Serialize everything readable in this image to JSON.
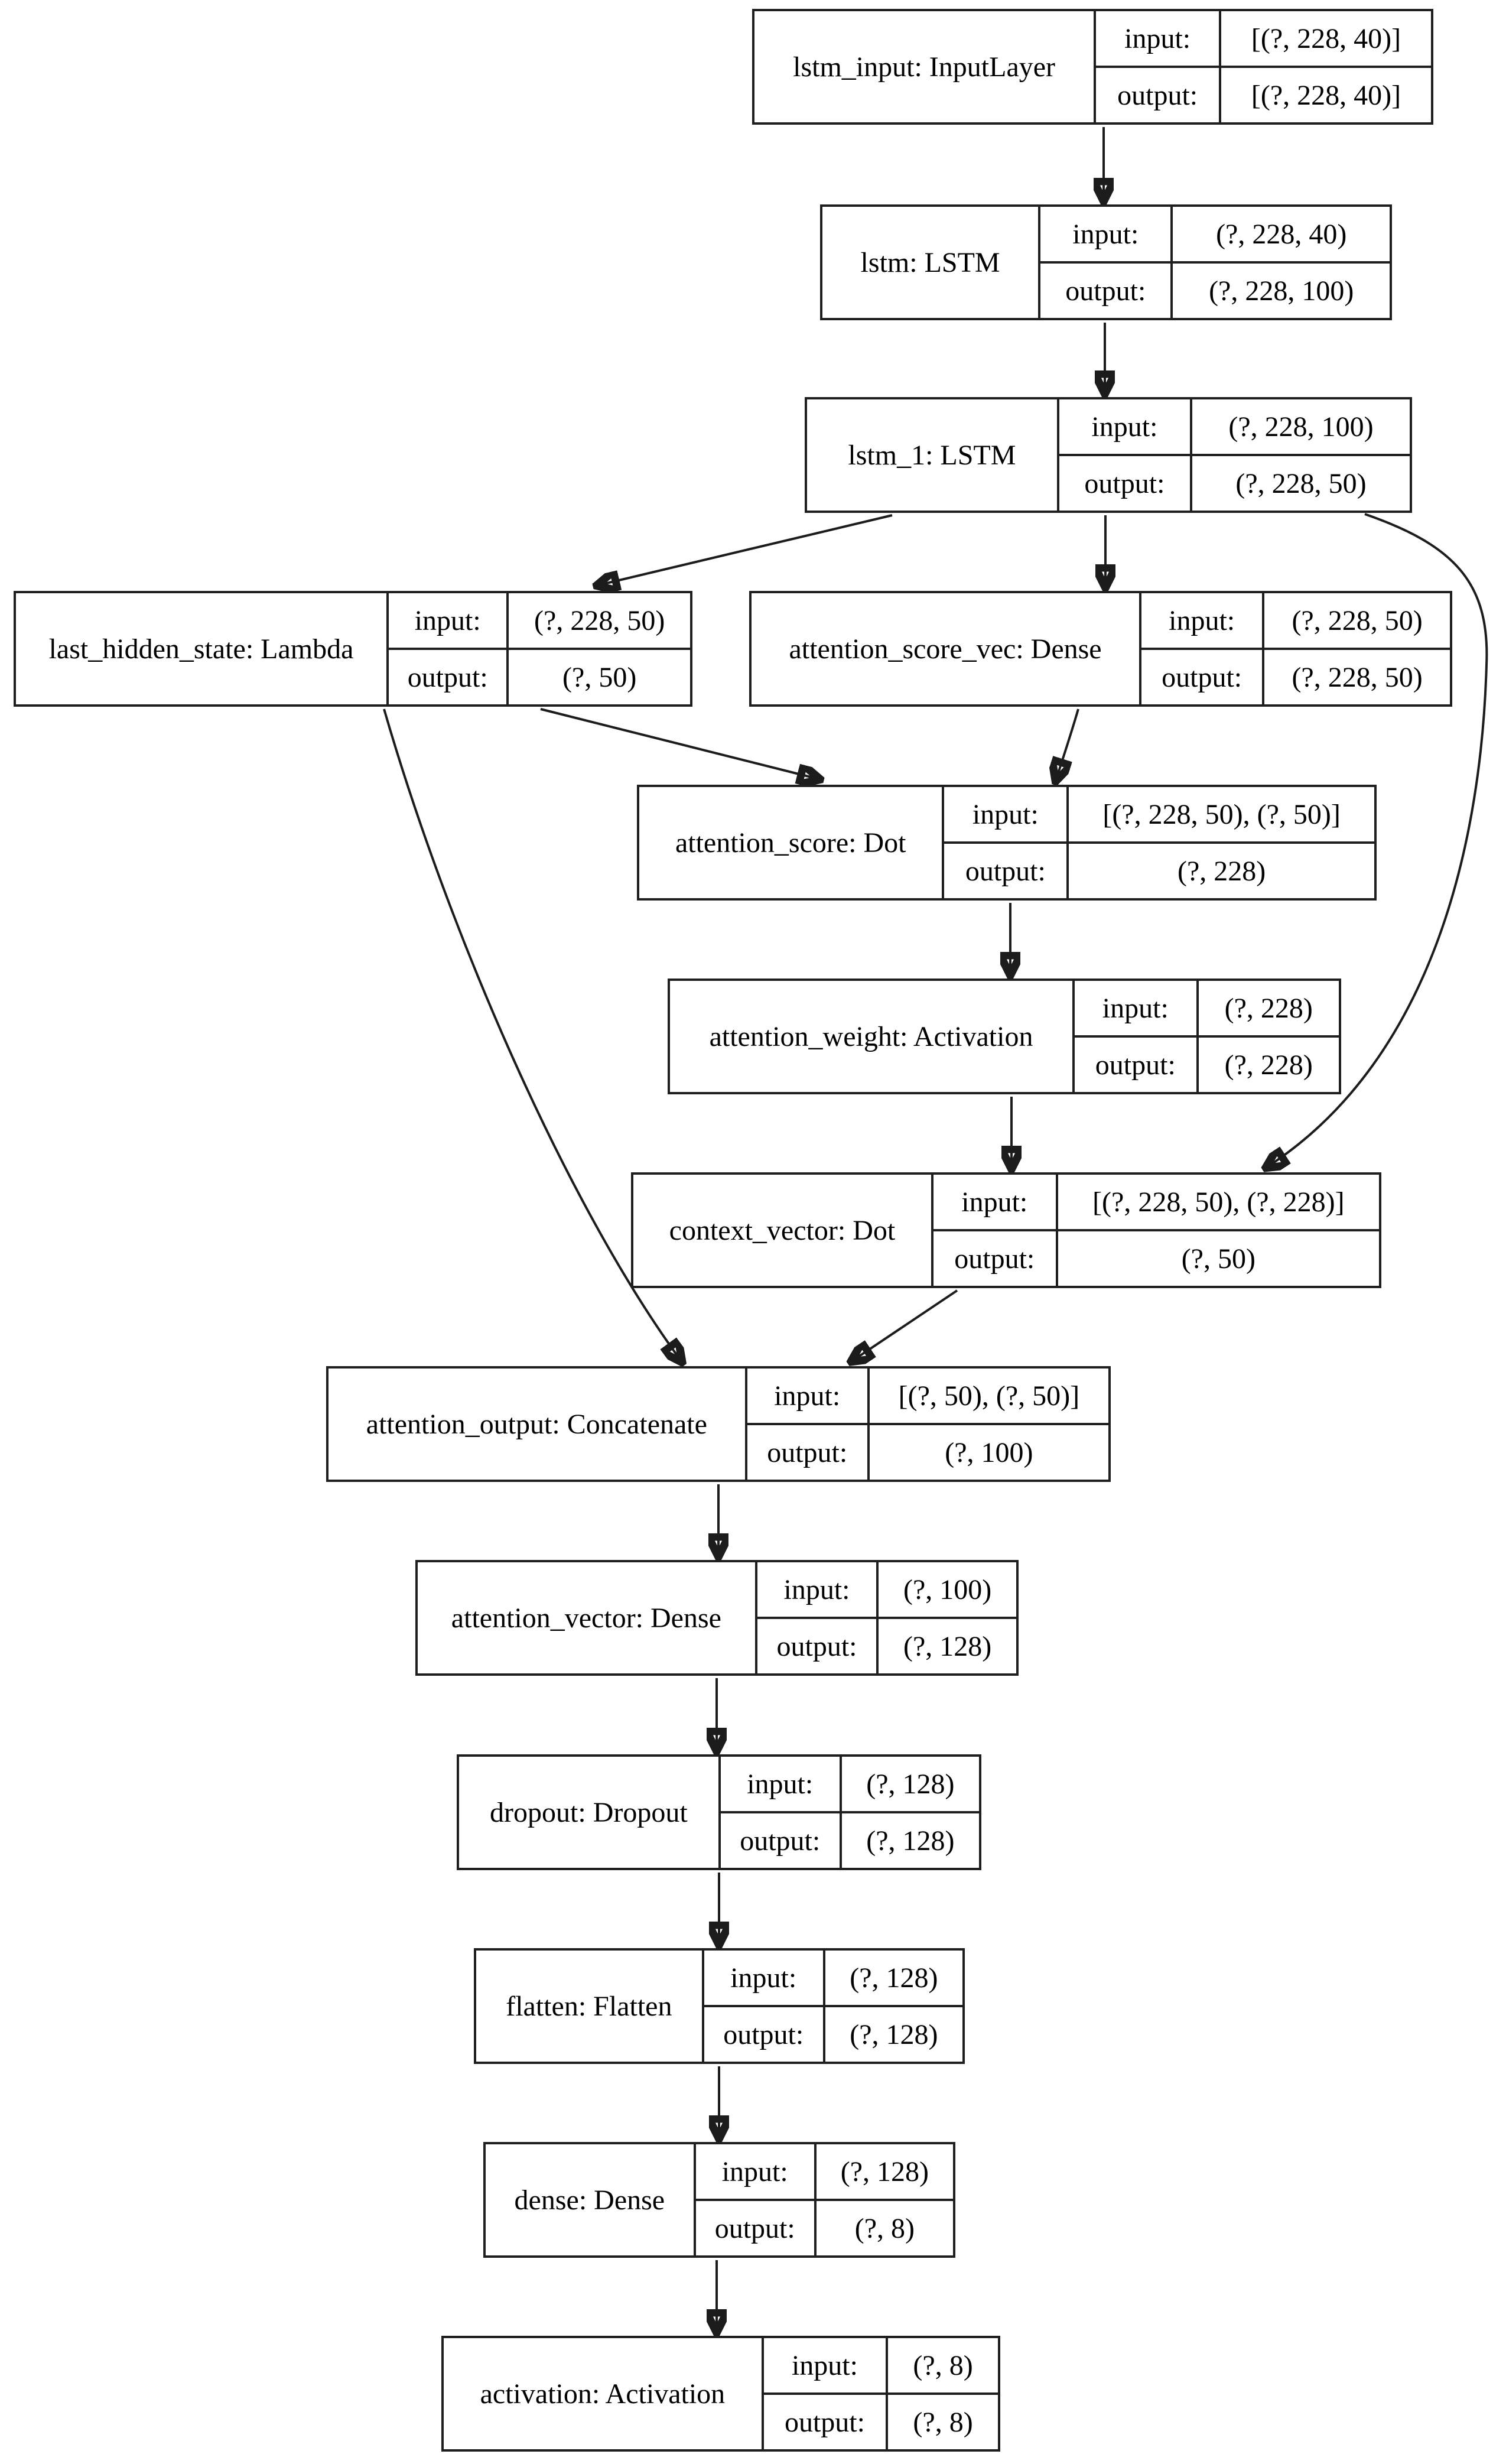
{
  "diagram": {
    "title": "Keras model architecture graph",
    "row_labels": {
      "input": "input:",
      "output": "output:"
    },
    "nodes": [
      {
        "id": "lstm_input",
        "label": "lstm_input: InputLayer",
        "layer_name": "lstm_input",
        "layer_type": "InputLayer",
        "input": "[(?, 228, 40)]",
        "output": "[(?, 228, 40)]"
      },
      {
        "id": "lstm",
        "label": "lstm: LSTM",
        "layer_name": "lstm",
        "layer_type": "LSTM",
        "input": "(?, 228, 40)",
        "output": "(?, 228, 100)"
      },
      {
        "id": "lstm_1",
        "label": "lstm_1: LSTM",
        "layer_name": "lstm_1",
        "layer_type": "LSTM",
        "input": "(?, 228, 100)",
        "output": "(?, 228, 50)"
      },
      {
        "id": "last_hidden_state",
        "label": "last_hidden_state: Lambda",
        "layer_name": "last_hidden_state",
        "layer_type": "Lambda",
        "input": "(?, 228, 50)",
        "output": "(?, 50)"
      },
      {
        "id": "attention_score_vec",
        "label": "attention_score_vec: Dense",
        "layer_name": "attention_score_vec",
        "layer_type": "Dense",
        "input": "(?, 228, 50)",
        "output": "(?, 228, 50)"
      },
      {
        "id": "attention_score",
        "label": "attention_score: Dot",
        "layer_name": "attention_score",
        "layer_type": "Dot",
        "input": "[(?, 228, 50), (?, 50)]",
        "output": "(?, 228)"
      },
      {
        "id": "attention_weight",
        "label": "attention_weight: Activation",
        "layer_name": "attention_weight",
        "layer_type": "Activation",
        "input": "(?, 228)",
        "output": "(?, 228)"
      },
      {
        "id": "context_vector",
        "label": "context_vector: Dot",
        "layer_name": "context_vector",
        "layer_type": "Dot",
        "input": "[(?, 228, 50), (?, 228)]",
        "output": "(?, 50)"
      },
      {
        "id": "attention_output",
        "label": "attention_output: Concatenate",
        "layer_name": "attention_output",
        "layer_type": "Concatenate",
        "input": "[(?, 50), (?, 50)]",
        "output": "(?, 100)"
      },
      {
        "id": "attention_vector",
        "label": "attention_vector: Dense",
        "layer_name": "attention_vector",
        "layer_type": "Dense",
        "input": "(?, 100)",
        "output": "(?, 128)"
      },
      {
        "id": "dropout",
        "label": "dropout: Dropout",
        "layer_name": "dropout",
        "layer_type": "Dropout",
        "input": "(?, 128)",
        "output": "(?, 128)"
      },
      {
        "id": "flatten",
        "label": "flatten: Flatten",
        "layer_name": "flatten",
        "layer_type": "Flatten",
        "input": "(?, 128)",
        "output": "(?, 128)"
      },
      {
        "id": "dense",
        "label": "dense: Dense",
        "layer_name": "dense",
        "layer_type": "Dense",
        "input": "(?, 128)",
        "output": "(?, 8)"
      },
      {
        "id": "activation",
        "label": "activation: Activation",
        "layer_name": "activation",
        "layer_type": "Activation",
        "input": "(?, 8)",
        "output": "(?, 8)"
      }
    ],
    "edges": [
      "lstm_input->lstm",
      "lstm->lstm_1",
      "lstm_1->last_hidden_state",
      "lstm_1->attention_score_vec",
      "lstm_1->context_vector",
      "last_hidden_state->attention_score",
      "attention_score_vec->attention_score",
      "attention_score->attention_weight",
      "attention_weight->context_vector",
      "last_hidden_state->attention_output",
      "context_vector->attention_output",
      "attention_output->attention_vector",
      "attention_vector->dropout",
      "dropout->flatten",
      "flatten->dense",
      "dense->activation"
    ],
    "colors": {
      "stroke": "#1c1c1c",
      "background": "#ffffff"
    }
  }
}
